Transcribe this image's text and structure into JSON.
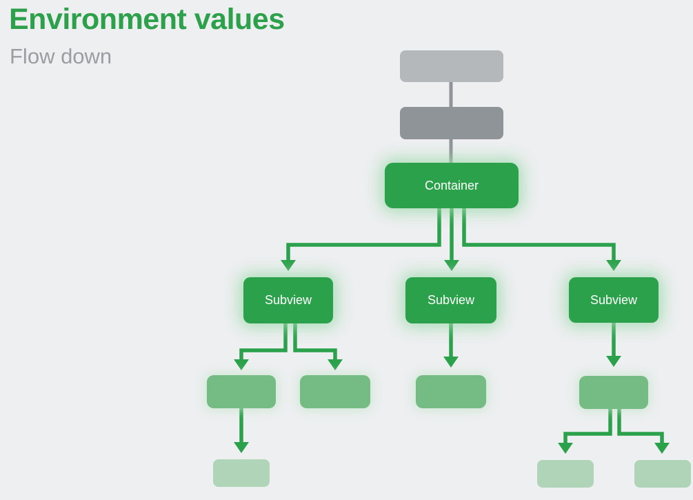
{
  "slide": {
    "title": "Environment values",
    "subtitle": "Flow down"
  },
  "colors": {
    "background": "#edeff0",
    "title_green": "#2da04b",
    "subtitle_gray": "#9a9ea1",
    "primary_green": "#2aa14a",
    "medium_green": "#74bc84",
    "light_green": "#b0d4b8",
    "light_gray": "#b4b8bb",
    "dark_gray": "#8f9498",
    "node_text": "#ffffff"
  },
  "diagram": {
    "type": "tree",
    "nodes": [
      {
        "id": "ancestor-1",
        "label": "",
        "style": "light-gray"
      },
      {
        "id": "ancestor-2",
        "label": "",
        "style": "dark-gray"
      },
      {
        "id": "container",
        "label": "Container",
        "style": "primary-green"
      },
      {
        "id": "subview-left",
        "label": "Subview",
        "style": "primary-green"
      },
      {
        "id": "subview-middle",
        "label": "Subview",
        "style": "primary-green"
      },
      {
        "id": "subview-right",
        "label": "Subview",
        "style": "primary-green"
      },
      {
        "id": "child-left-1",
        "label": "",
        "style": "medium-green"
      },
      {
        "id": "child-left-2",
        "label": "",
        "style": "medium-green"
      },
      {
        "id": "child-middle",
        "label": "",
        "style": "medium-green"
      },
      {
        "id": "child-right",
        "label": "",
        "style": "medium-green"
      },
      {
        "id": "leaf-left",
        "label": "",
        "style": "light-green"
      },
      {
        "id": "leaf-right-1",
        "label": "",
        "style": "light-green"
      },
      {
        "id": "leaf-right-2",
        "label": "",
        "style": "light-green"
      }
    ],
    "edges": [
      {
        "from": "ancestor-1",
        "to": "ancestor-2",
        "style": "gray-line"
      },
      {
        "from": "ancestor-2",
        "to": "container",
        "style": "gray-line"
      },
      {
        "from": "container",
        "to": "subview-left",
        "style": "green-arrow"
      },
      {
        "from": "container",
        "to": "subview-middle",
        "style": "green-arrow"
      },
      {
        "from": "container",
        "to": "subview-right",
        "style": "green-arrow"
      },
      {
        "from": "subview-left",
        "to": "child-left-1",
        "style": "green-arrow"
      },
      {
        "from": "subview-left",
        "to": "child-left-2",
        "style": "green-arrow"
      },
      {
        "from": "subview-middle",
        "to": "child-middle",
        "style": "green-arrow"
      },
      {
        "from": "subview-right",
        "to": "child-right",
        "style": "green-arrow"
      },
      {
        "from": "child-left-1",
        "to": "leaf-left",
        "style": "green-arrow"
      },
      {
        "from": "child-right",
        "to": "leaf-right-1",
        "style": "green-arrow"
      },
      {
        "from": "child-right",
        "to": "leaf-right-2",
        "style": "green-arrow"
      }
    ]
  }
}
